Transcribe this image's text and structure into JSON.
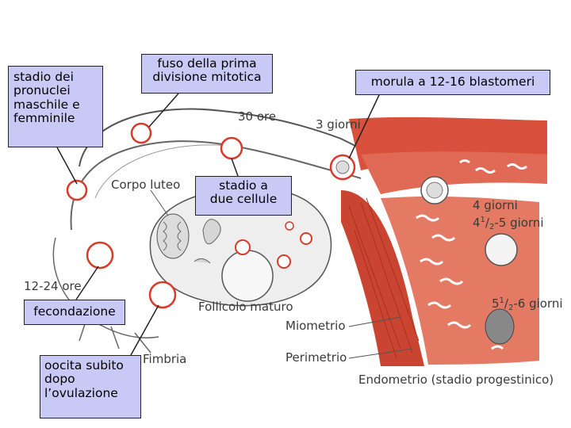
{
  "callouts": {
    "pronuclei": [
      "stadio dei",
      "pronuclei",
      "maschile e",
      "femminile"
    ],
    "fuso": [
      "fuso della prima",
      "divisione mitotica"
    ],
    "morula": [
      "morula a 12-16 blastomeri"
    ],
    "due_cellule": [
      "stadio a",
      "due cellule"
    ],
    "fecondazione": [
      "fecondazione"
    ],
    "oocita": [
      "oocita subito",
      "dopo",
      "l’ovulazione"
    ]
  },
  "figure_labels": {
    "ore_30": "30 ore",
    "giorni_3": "3 giorni",
    "corpo_luteo": "Corpo luteo",
    "giorni_4": "4 giorni",
    "giorni_4_5_a": "4",
    "giorni_4_5_num": "1",
    "giorni_4_5_den": "2",
    "giorni_4_5_b": "-5 giorni",
    "ore_12_24": "12-24 ore",
    "follicolo": "Follicolo maturo",
    "giorni_5_6_a": "5",
    "giorni_5_6_num": "1",
    "giorni_5_6_den": "2",
    "giorni_5_6_b": "-6 giorni",
    "miometrio": "Miometrio",
    "perimetrio": "Perimetrio",
    "fimbria": "Fimbria",
    "endometrio": "Endometrio (stadio progestinico)"
  },
  "colors": {
    "callout_fill": "#c9c9f5",
    "uterus_muscle": "#d9503c",
    "endometrium": "#e06a55",
    "embryo_ring": "#d93a2a"
  }
}
